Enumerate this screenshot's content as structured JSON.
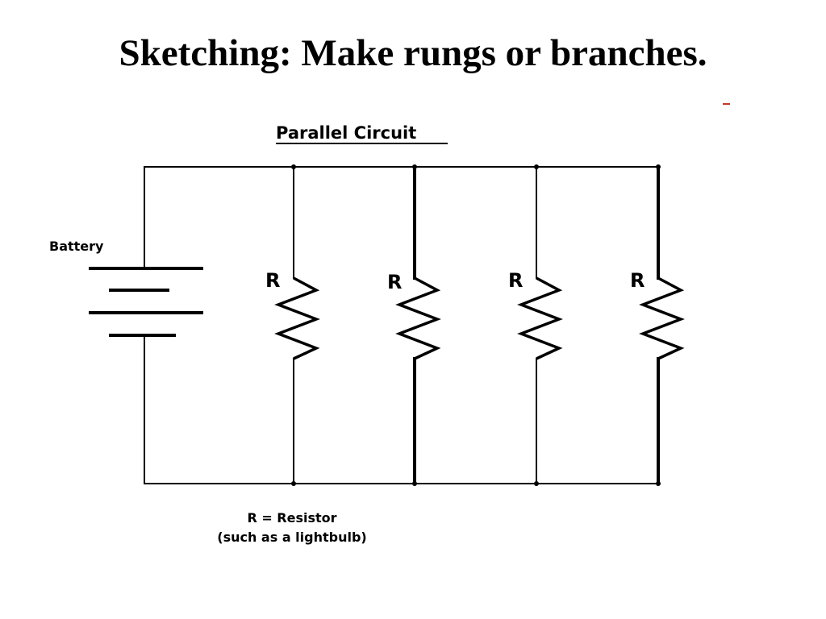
{
  "slide": {
    "title": "Sketching: Make rungs or branches."
  },
  "diagram": {
    "title": "Parallel Circuit",
    "battery_label": "Battery",
    "resistors": [
      {
        "label": "R"
      },
      {
        "label": "R"
      },
      {
        "label": "R"
      },
      {
        "label": "R"
      }
    ],
    "legend": {
      "line1": "R = Resistor",
      "line2": "(such as a lightbulb)"
    }
  }
}
